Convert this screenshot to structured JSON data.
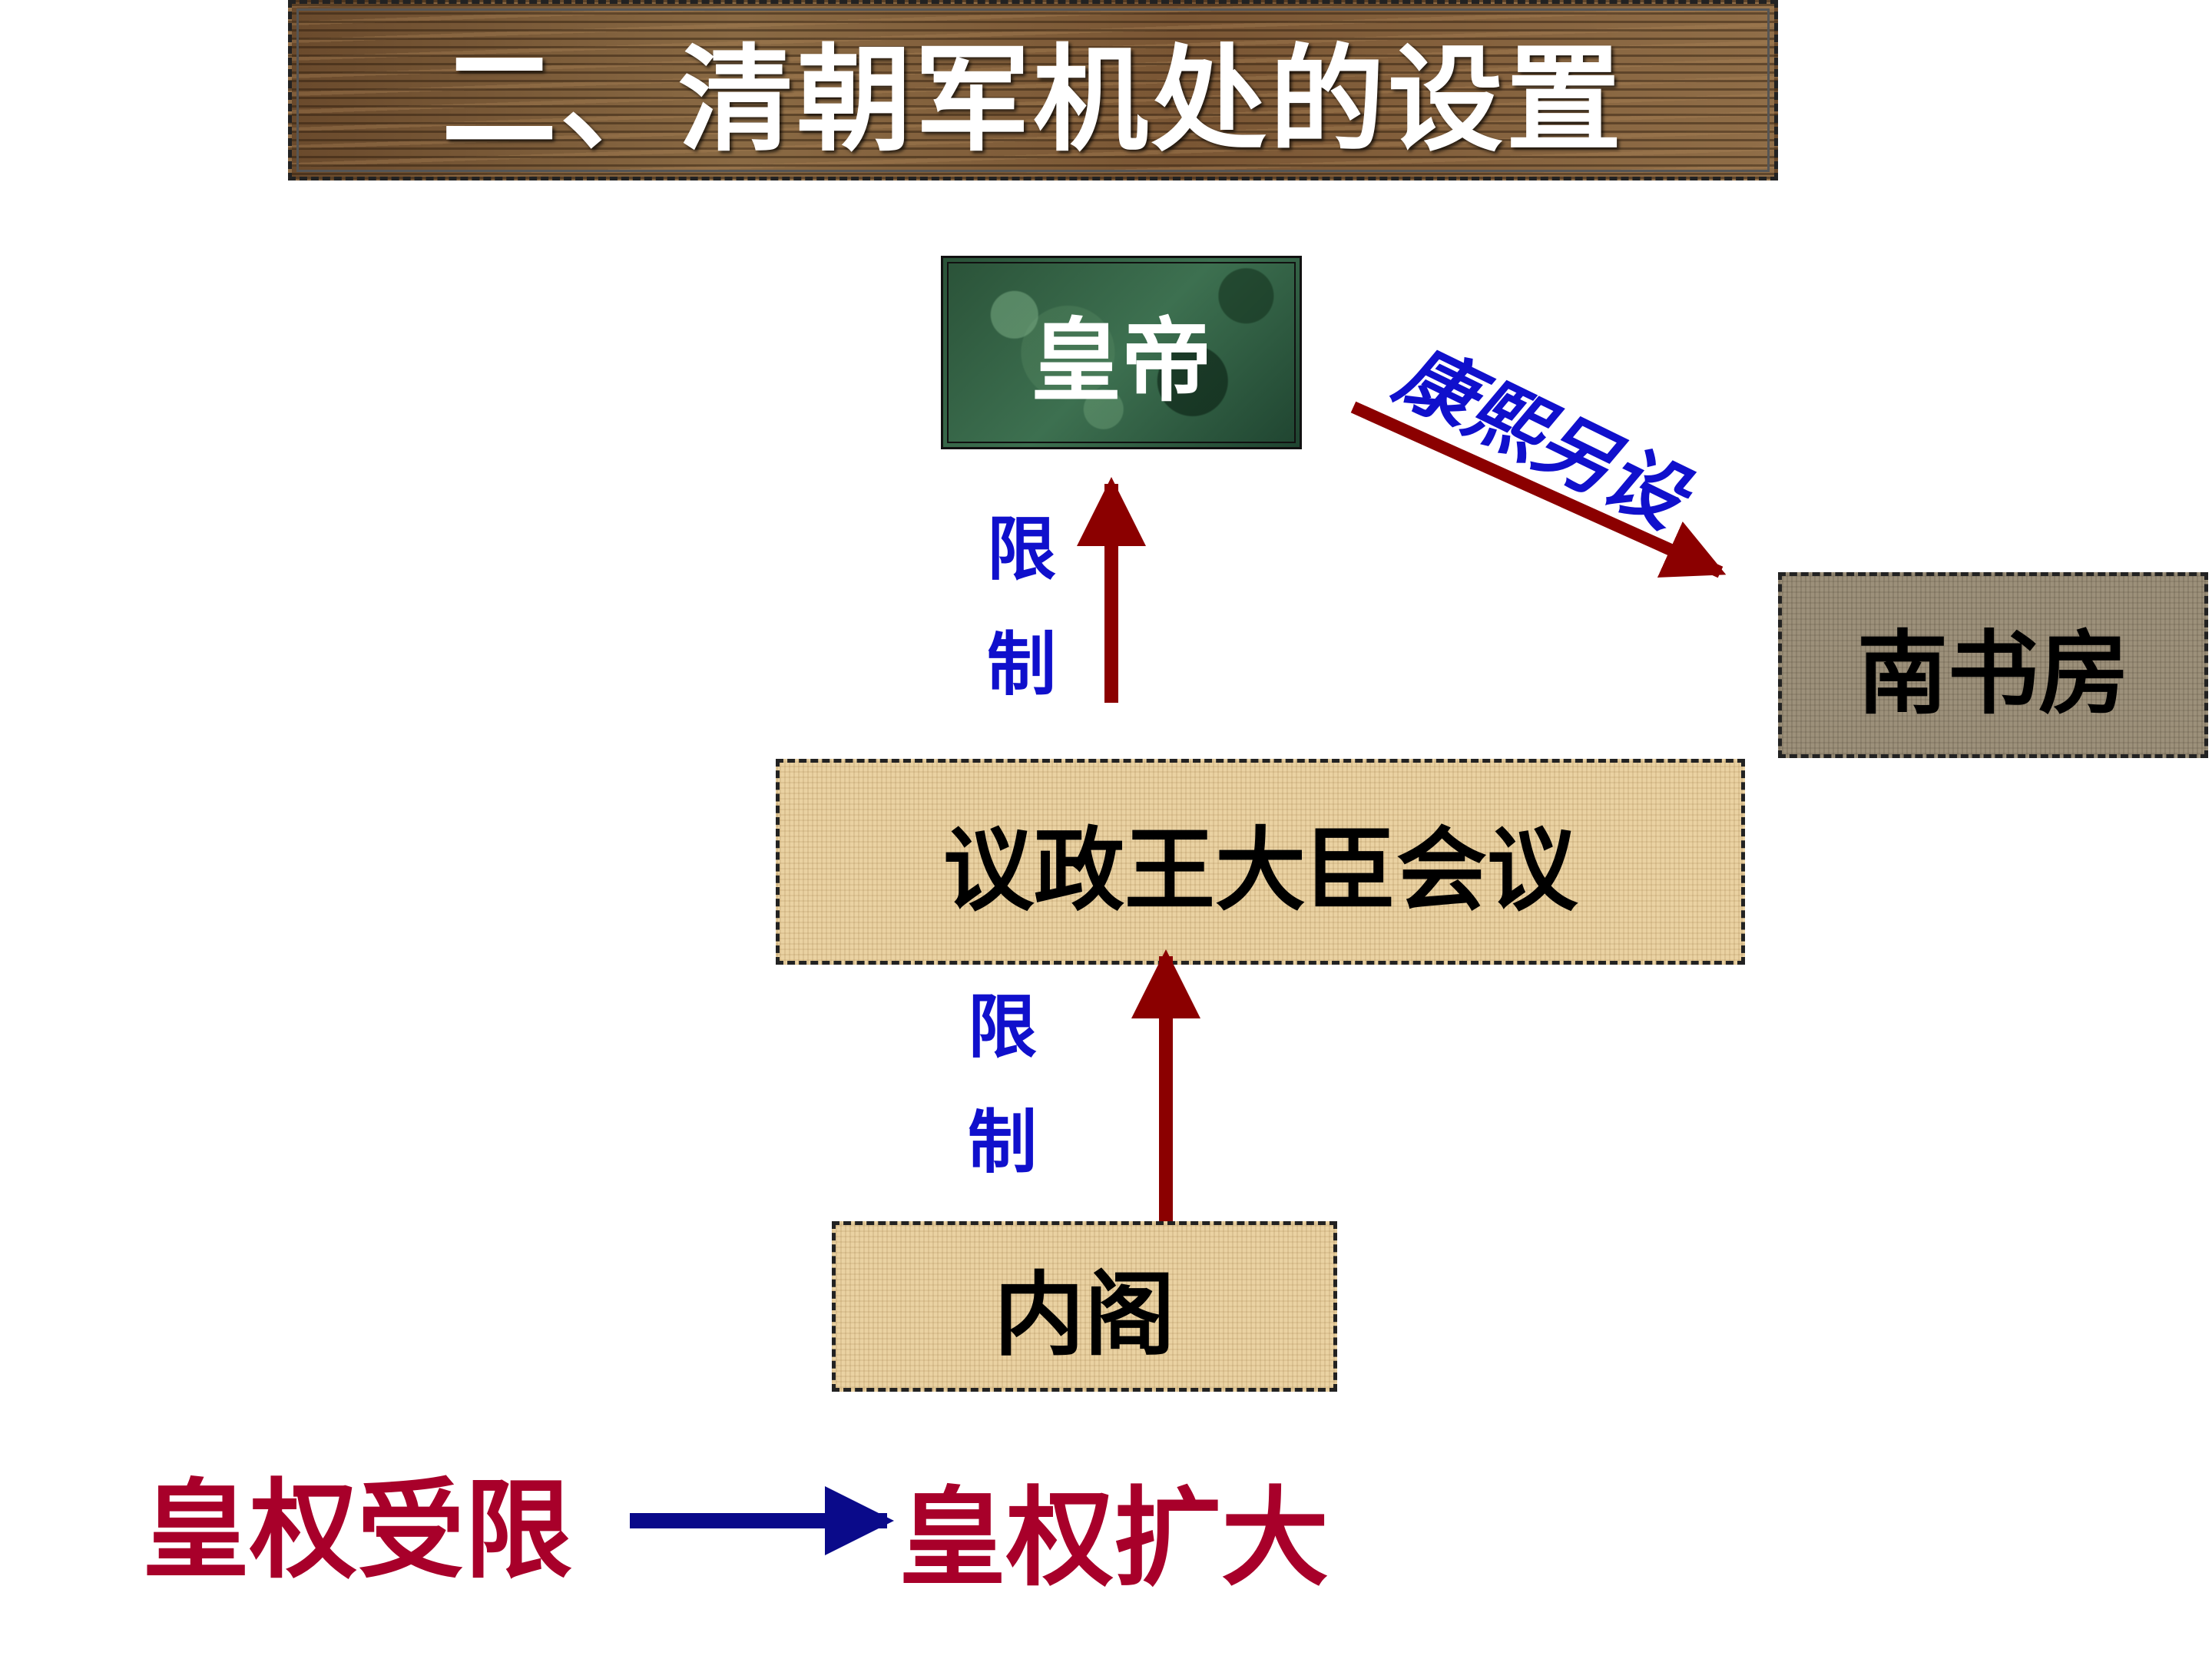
{
  "title": "二、清朝军机处的设置",
  "nodes": {
    "emperor": "皇帝",
    "south_study": "南书房",
    "council": "议政王大臣会议",
    "cabinet": "内阁"
  },
  "edge_labels": {
    "restrict_upper": [
      "限",
      "制"
    ],
    "restrict_lower": [
      "限",
      "制"
    ],
    "kangxi": "康熙另设"
  },
  "conclusion": {
    "from": "皇权受限",
    "to": "皇权扩大"
  },
  "colors": {
    "arrow_dark_red": "#8b0000",
    "arrow_navy": "#0a0a8a",
    "label_blue": "#1010cc",
    "conclusion_red": "#a8002a"
  }
}
